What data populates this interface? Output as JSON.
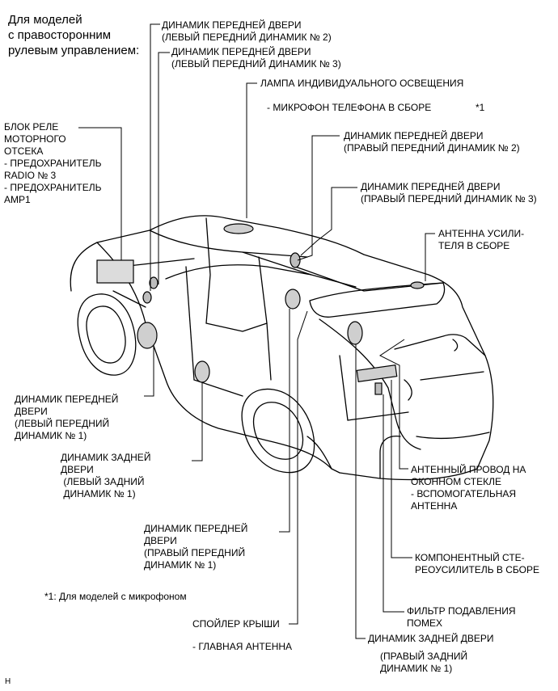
{
  "header": "Для моделей\nс правосторонним\nрулевым управлением:",
  "labels": {
    "front_left_2": "ДИНАМИК ПЕРЕДНЕЙ ДВЕРИ\n(ЛЕВЫЙ ПЕРЕДНИЙ ДИНАМИК № 2)",
    "front_left_3": "ДИНАМИК ПЕРЕДНЕЙ ДВЕРИ\n(ЛЕВЫЙ ПЕРЕДНИЙ ДИНАМИК № 3)",
    "room_lamp": "ЛАМПА ИНДИВИДУАЛЬНОГО ОСВЕЩЕНИЯ",
    "mic": "- МИКРОФОН ТЕЛЕФОНА В СБОРЕ",
    "mic_note_mark": "*1",
    "relay_block": "БЛОК РЕЛЕ\nМОТОРНОГО\nОТСЕКА\n- ПРЕДОХРАНИТЕЛЬ\nRADIO № 3\n- ПРЕДОХРАНИТЕЛЬ\nAMP1",
    "front_right_2": "ДИНАМИК ПЕРЕДНЕЙ ДВЕРИ\n(ПРАВЫЙ ПЕРЕДНИЙ ДИНАМИК № 2)",
    "front_right_3": "ДИНАМИК ПЕРЕДНЕЙ ДВЕРИ\n(ПРАВЫЙ ПЕРЕДНИЙ ДИНАМИК № 3)",
    "amp_antenna": "АНТЕННА УСИЛИ-\nТЕЛЯ В СБОРЕ",
    "front_left_1": "ДИНАМИК ПЕРЕДНЕЙ\nДВЕРИ\n(ЛЕВЫЙ ПЕРЕДНИЙ\nДИНАМИК № 1)",
    "rear_left_1": "ДИНАМИК ЗАДНЕЙ\nДВЕРИ\n (ЛЕВЫЙ ЗАДНИЙ\n ДИНАМИК № 1)",
    "glass_antenna": "АНТЕННЫЙ ПРОВОД НА\nОКОННОМ СТЕКЛЕ\n- ВСПОМОГАТЕЛЬНАЯ\nАНТЕННА",
    "front_right_1": "ДИНАМИК ПЕРЕДНЕЙ\nДВЕРИ\n(ПРАВЫЙ ПЕРЕДНИЙ\nДИНАМИК № 1)",
    "stereo_amp": "КОМПОНЕНТНЫЙ СТЕ-\nРЕОУСИЛИТЕЛЬ В СБОРЕ",
    "footnote": "*1: Для моделей с микрофоном",
    "noise_filter": "ФИЛЬТР ПОДАВЛЕНИЯ\nПОМЕХ",
    "roof_spoiler": "СПОЙЛЕР КРЫШИ",
    "main_antenna": "- ГЛАВНАЯ АНТЕННА",
    "rear_right_1": "ДИНАМИК ЗАДНЕЙ ДВЕРИ",
    "rear_right_1_sub": "(ПРАВЫЙ ЗАДНИЙ\nДИНАМИК № 1)",
    "corner_mark": "H"
  }
}
